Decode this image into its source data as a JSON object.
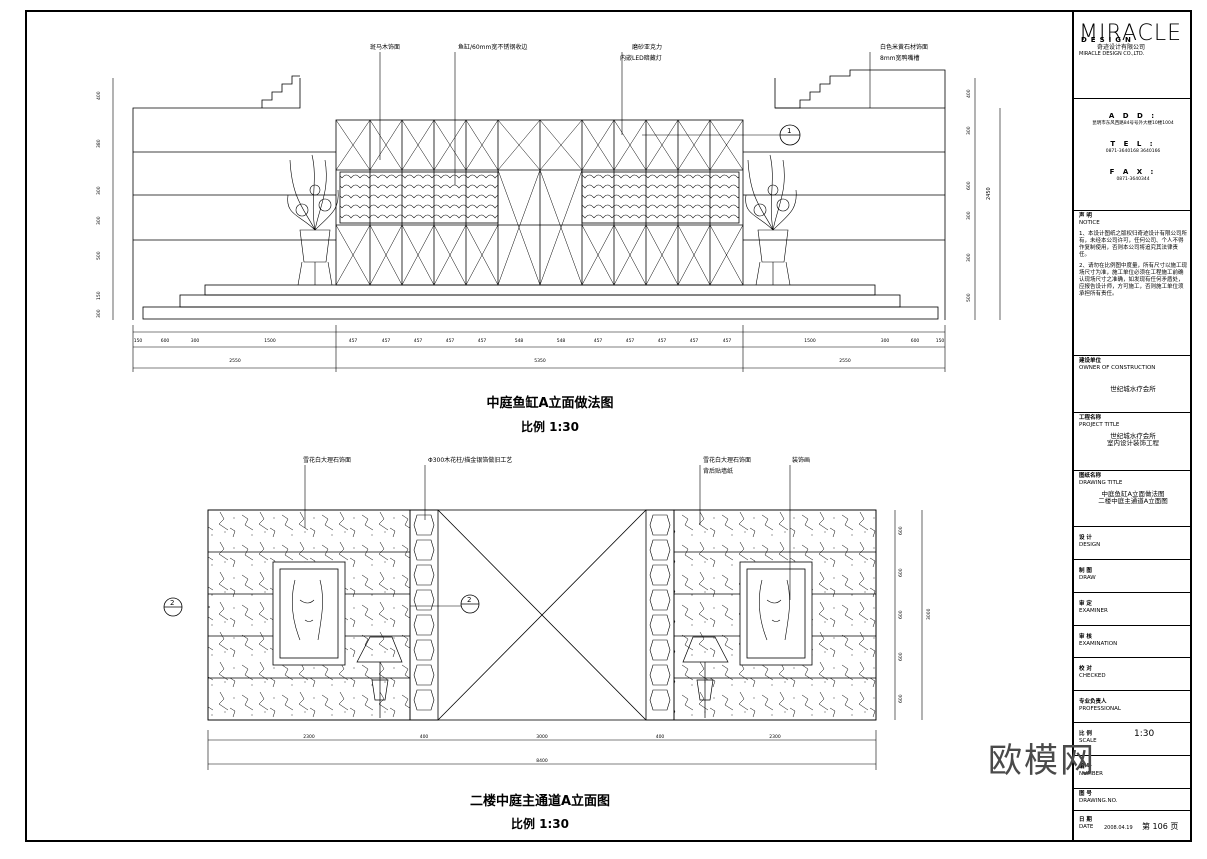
{
  "drawing_a": {
    "title": "中庭鱼缸A立面做法图",
    "scale": "比例   1:30",
    "callouts": [
      "斑马木饰面",
      "鱼缸/60mm宽不锈钢收边",
      "磨砂亚克力",
      "内嵌LED暗藏灯",
      "白色米黄石材饰面",
      "8mm宽鸭嘴槽"
    ],
    "dims_bottom": [
      "150",
      "600",
      "300",
      "1500",
      "457",
      "457",
      "457",
      "457",
      "457",
      "548",
      "548",
      "457",
      "457",
      "457",
      "457",
      "457",
      "1500",
      "300",
      "600",
      "150"
    ],
    "dims_total": [
      "2550",
      "5350",
      "2550"
    ],
    "dims_side": [
      "400",
      "380",
      "300",
      "300",
      "500",
      "150",
      "300"
    ],
    "dims_right_side": [
      "400",
      "300",
      "600",
      "300",
      "300",
      "500"
    ],
    "dims_height": "2450",
    "section_mark": "1"
  },
  "drawing_b": {
    "title": "二楼中庭主通道A立面图",
    "scale": "比例   1:30",
    "callouts": [
      "雪花白大理石饰面",
      "Φ300木花柱/描金银箔做旧工艺",
      "雪花白大理石饰面",
      "背后贴墙纸",
      "装饰画"
    ],
    "dims_bottom": [
      "2300",
      "400",
      "3000",
      "400",
      "2300"
    ],
    "dims_total": "8400",
    "dims_side": [
      "600",
      "600",
      "600",
      "600",
      "600"
    ],
    "dims_height": "3000",
    "section_mark": "2"
  },
  "title_block": {
    "logo": "MIRACLE",
    "logo_sub": "DESIGN",
    "company_cn": "奇迹设计有限公司",
    "company_en": "MIRACLE DESIGN CO.,LTD.",
    "add_label": "A D D :",
    "add_value": "昆明市东风西路84号号外大楼10楼1004",
    "tel_label": "T E L :",
    "tel_value": "0871-3640168 3640166",
    "fax_label": "F A X :",
    "fax_value": "0871-3640344",
    "notes_label": "声 明",
    "notes_label_en": "NOTICE",
    "note1": "1、本设计图纸之版权归奇迹设计有限公司所有，未经本公司许可，任何公司、个人不得作复制使用，否则本公司将追究其法律责任。",
    "note2": "2、请勿在比例图中度量，所有尺寸以施工现场尺寸为准，施工单位必须在工程施工前确认现场尺寸之准确，如发现有任何矛盾处，应报告设计师，方可施工，否则施工单位须承担所有责任。",
    "unit_label": "建设单位",
    "unit_label_en": "OWNER OF CONSTRUCTION",
    "unit_value": "世纪城水疗会所",
    "project_label": "工程名称",
    "project_label_en": "PROJECT TITLE",
    "project_value1": "世纪城水疗会所",
    "project_value2": "室内设计装饰工程",
    "drawing_label": "图纸名称",
    "drawing_label_en": "DRAWING TITLE",
    "drawing_value1": "中庭鱼缸A立面做法图",
    "drawing_value2": "二楼中庭主通道A立面图",
    "design_label": "设 计",
    "design_en": "DESIGN",
    "draw_label": "制 图",
    "draw_en": "DRAW",
    "review_label": "审 定",
    "review_en": "EXAMINER",
    "audit_label": "审 核",
    "audit_en": "EXAMINATION",
    "check_label": "校 对",
    "check_en": "CHECKED",
    "pro_label": "专业负责人",
    "pro_en": "PROFESSIONAL",
    "scale_label": "比 例",
    "scale_en": "SCALE",
    "scale_value": "1:30",
    "no_label": "编 号",
    "no_en": "NUMBER",
    "dwg_label": "图 号",
    "dwg_en": "DRAWING.NO.",
    "date_label": "日 期",
    "date_en": "DATE",
    "date_value": "2008.04.19",
    "page_value": "第 106 页"
  },
  "watermark": "欧模网"
}
